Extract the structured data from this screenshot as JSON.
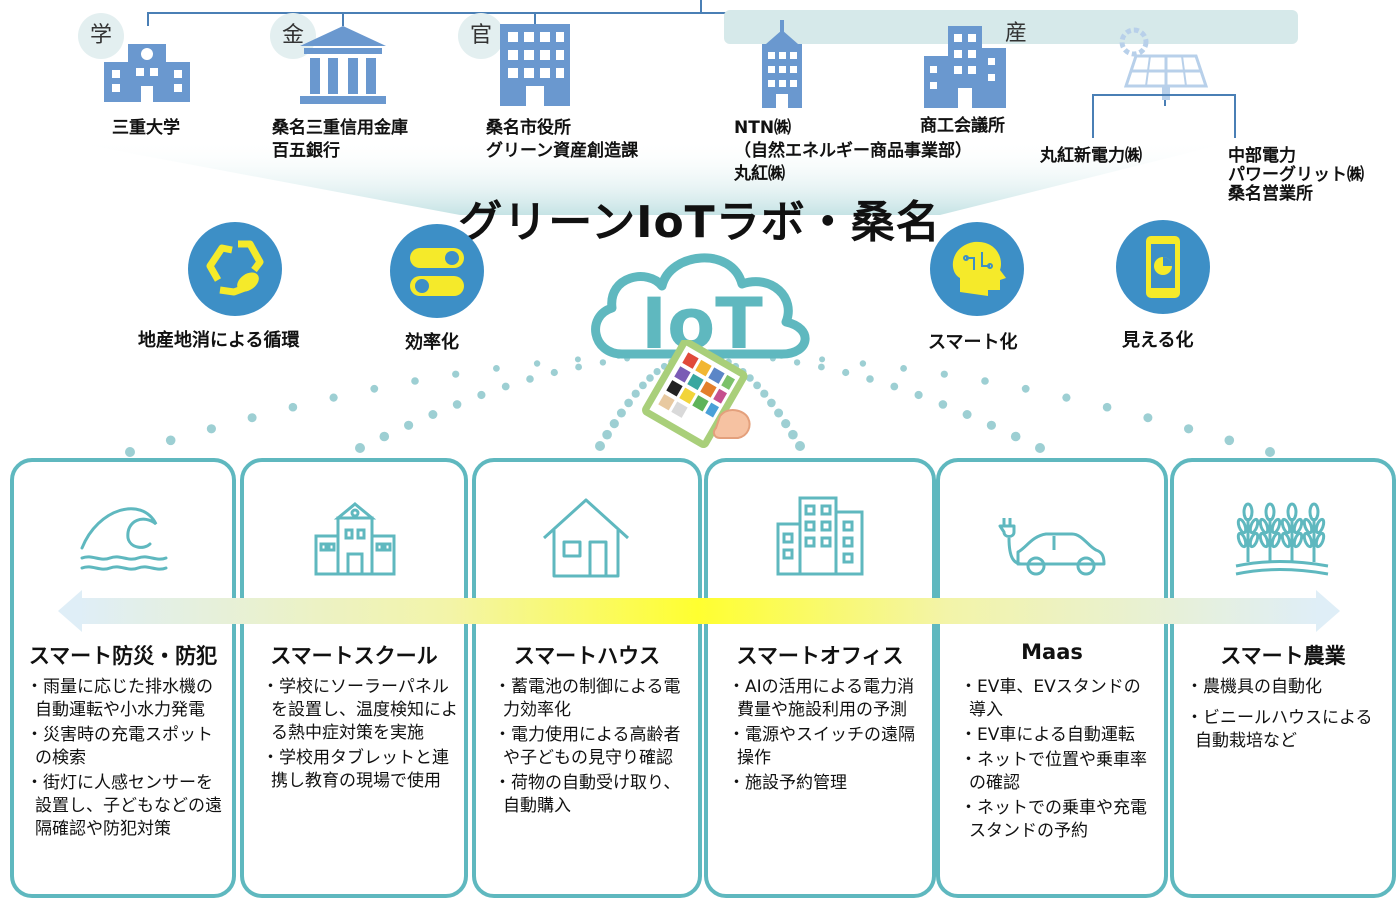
{
  "categories": {
    "gaku": "学",
    "kin": "金",
    "kan": "官",
    "san": "産"
  },
  "orgs": {
    "university": "三重大学",
    "bank1": "桑名三重信用金庫",
    "bank2": "百五銀行",
    "city1": "桑名市役所",
    "city2": "グリーン資産創造課",
    "ntn1": "NTN㈱",
    "ntn2": "（自然エネルギー商品事業部）",
    "ntn3": "丸紅㈱",
    "chamber": "商工会議所",
    "marubeni_power": "丸紅新電力㈱",
    "chubu1": "中部電力",
    "chubu2": "パワーグリット㈱",
    "chubu3": "桑名営業所"
  },
  "title": "グリーンIoTラボ・桑名",
  "iot_label": "IoT",
  "features": [
    {
      "label": "地産地消による循環",
      "icon": "recycle-icon"
    },
    {
      "label": "効率化",
      "icon": "toggle-icon"
    },
    {
      "label": "スマート化",
      "icon": "brain-head-icon"
    },
    {
      "label": "見える化",
      "icon": "phone-chart-icon"
    }
  ],
  "panels": [
    {
      "title": "スマート防災・防犯",
      "icon": "wave-icon",
      "items": [
        "・雨量に応じた排水機の自動運転や小水力発電",
        "・災害時の充電スポットの検索",
        "・街灯に人感センサーを設置し、子どもなどの遠隔確認や防犯対策"
      ]
    },
    {
      "title": "スマートスクール",
      "icon": "school-icon",
      "items": [
        "・学校にソーラーパネルを設置し、温度検知による熱中症対策を実施",
        "・学校用タブレットと連携し教育の現場で使用"
      ]
    },
    {
      "title": "スマートハウス",
      "icon": "house-icon",
      "items": [
        "・蓄電池の制御による電力効率化",
        "・電力使用による高齢者や子どもの見守り確認",
        "・荷物の自動受け取り、自動購入"
      ]
    },
    {
      "title": "スマートオフィス",
      "icon": "office-building-icon",
      "items": [
        "・AIの活用による電力消費量や施設利用の予測",
        "・電源やスイッチの遠隔操作",
        "・施設予約管理"
      ]
    },
    {
      "title": "Maas",
      "icon": "ev-car-icon",
      "items": [
        "・EV車、EVスタンドの導入",
        "・EV車による自動運転",
        "・ネットで位置や乗車率の確認",
        "・ネットでの乗車や充電スタンドの予約"
      ]
    },
    {
      "title": "スマート農業",
      "icon": "wheat-icon",
      "items": [
        "・農機具の自動化",
        "・ビニールハウスによる自動栽培など"
      ]
    }
  ],
  "colors": {
    "panel_border": "#5fb8bf",
    "building_blue": "#6a98cf",
    "feature_circle": "#3d8fc6",
    "feature_glyph": "#f5ea2a",
    "line_blue": "#4a7fb5"
  }
}
